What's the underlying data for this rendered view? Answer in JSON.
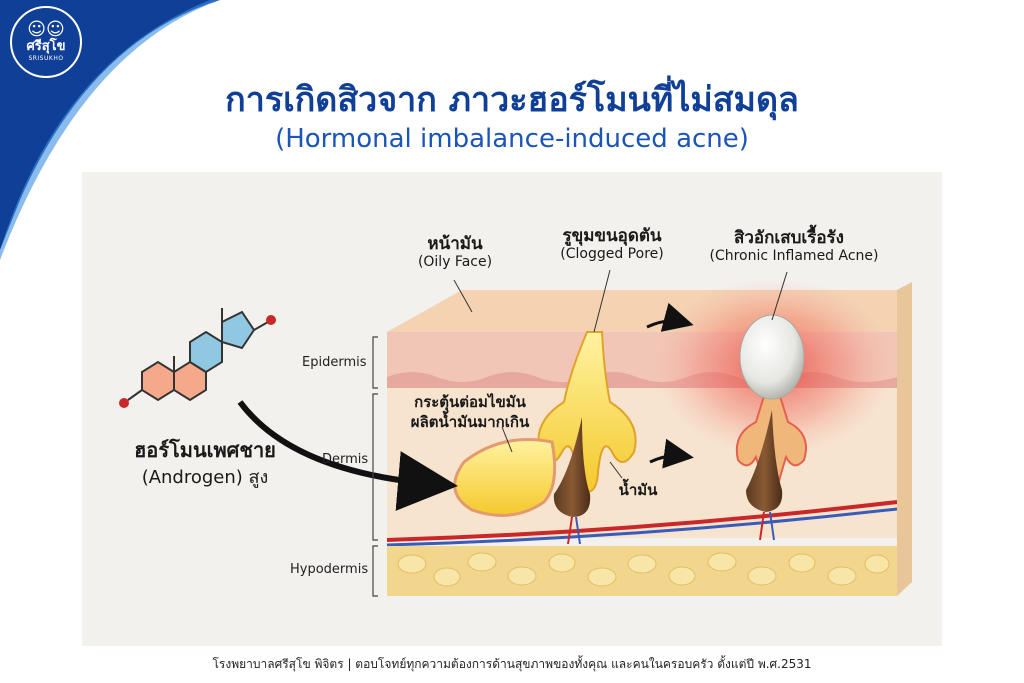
{
  "logo": {
    "name": "ศรีสุโข",
    "sub": "SRISUKHO"
  },
  "title": "การเกิดสิวจาก ภาวะฮอร์โมนที่ไม่สมดุล",
  "subtitle": "(Hormonal imbalance-induced acne)",
  "labels": {
    "oily_face": {
      "th": "หน้ามัน",
      "en": "(Oily Face)"
    },
    "clogged_pore": {
      "th": "รูขุมขนอุดตัน",
      "en": "(Clogged Pore)"
    },
    "chronic_acne": {
      "th": "สิวอักเสบเรื้อรัง",
      "en": "(Chronic Inflamed Acne)"
    },
    "stimulate_gland_1": "กระตุ้นต่อมไขมัน",
    "stimulate_gland_2": "ผลิตน้ำมันมากเกิน",
    "oil": "น้ำมัน",
    "hormone_th": "ฮอร์โมนเพศชาย",
    "hormone_en": "(Androgen) สูง"
  },
  "layers": {
    "epidermis": "Epidermis",
    "dermis": "Dermis",
    "hypodermis": "Hypodermis"
  },
  "footer": "โรงพยาบาลศรีสุโข พิจิตร | ตอบโจทย์ทุกความต้องการด้านสุขภาพของทั้งคุณ และคนในครอบครัว ตั้งแต่ปี พ.ศ.2531",
  "colors": {
    "brand_blue": "#0f3f96",
    "ring_pink": "#f4a98a",
    "ring_blue": "#8fc8e0",
    "sebum": "#f7d64a",
    "inflammation": "#e6352f"
  }
}
